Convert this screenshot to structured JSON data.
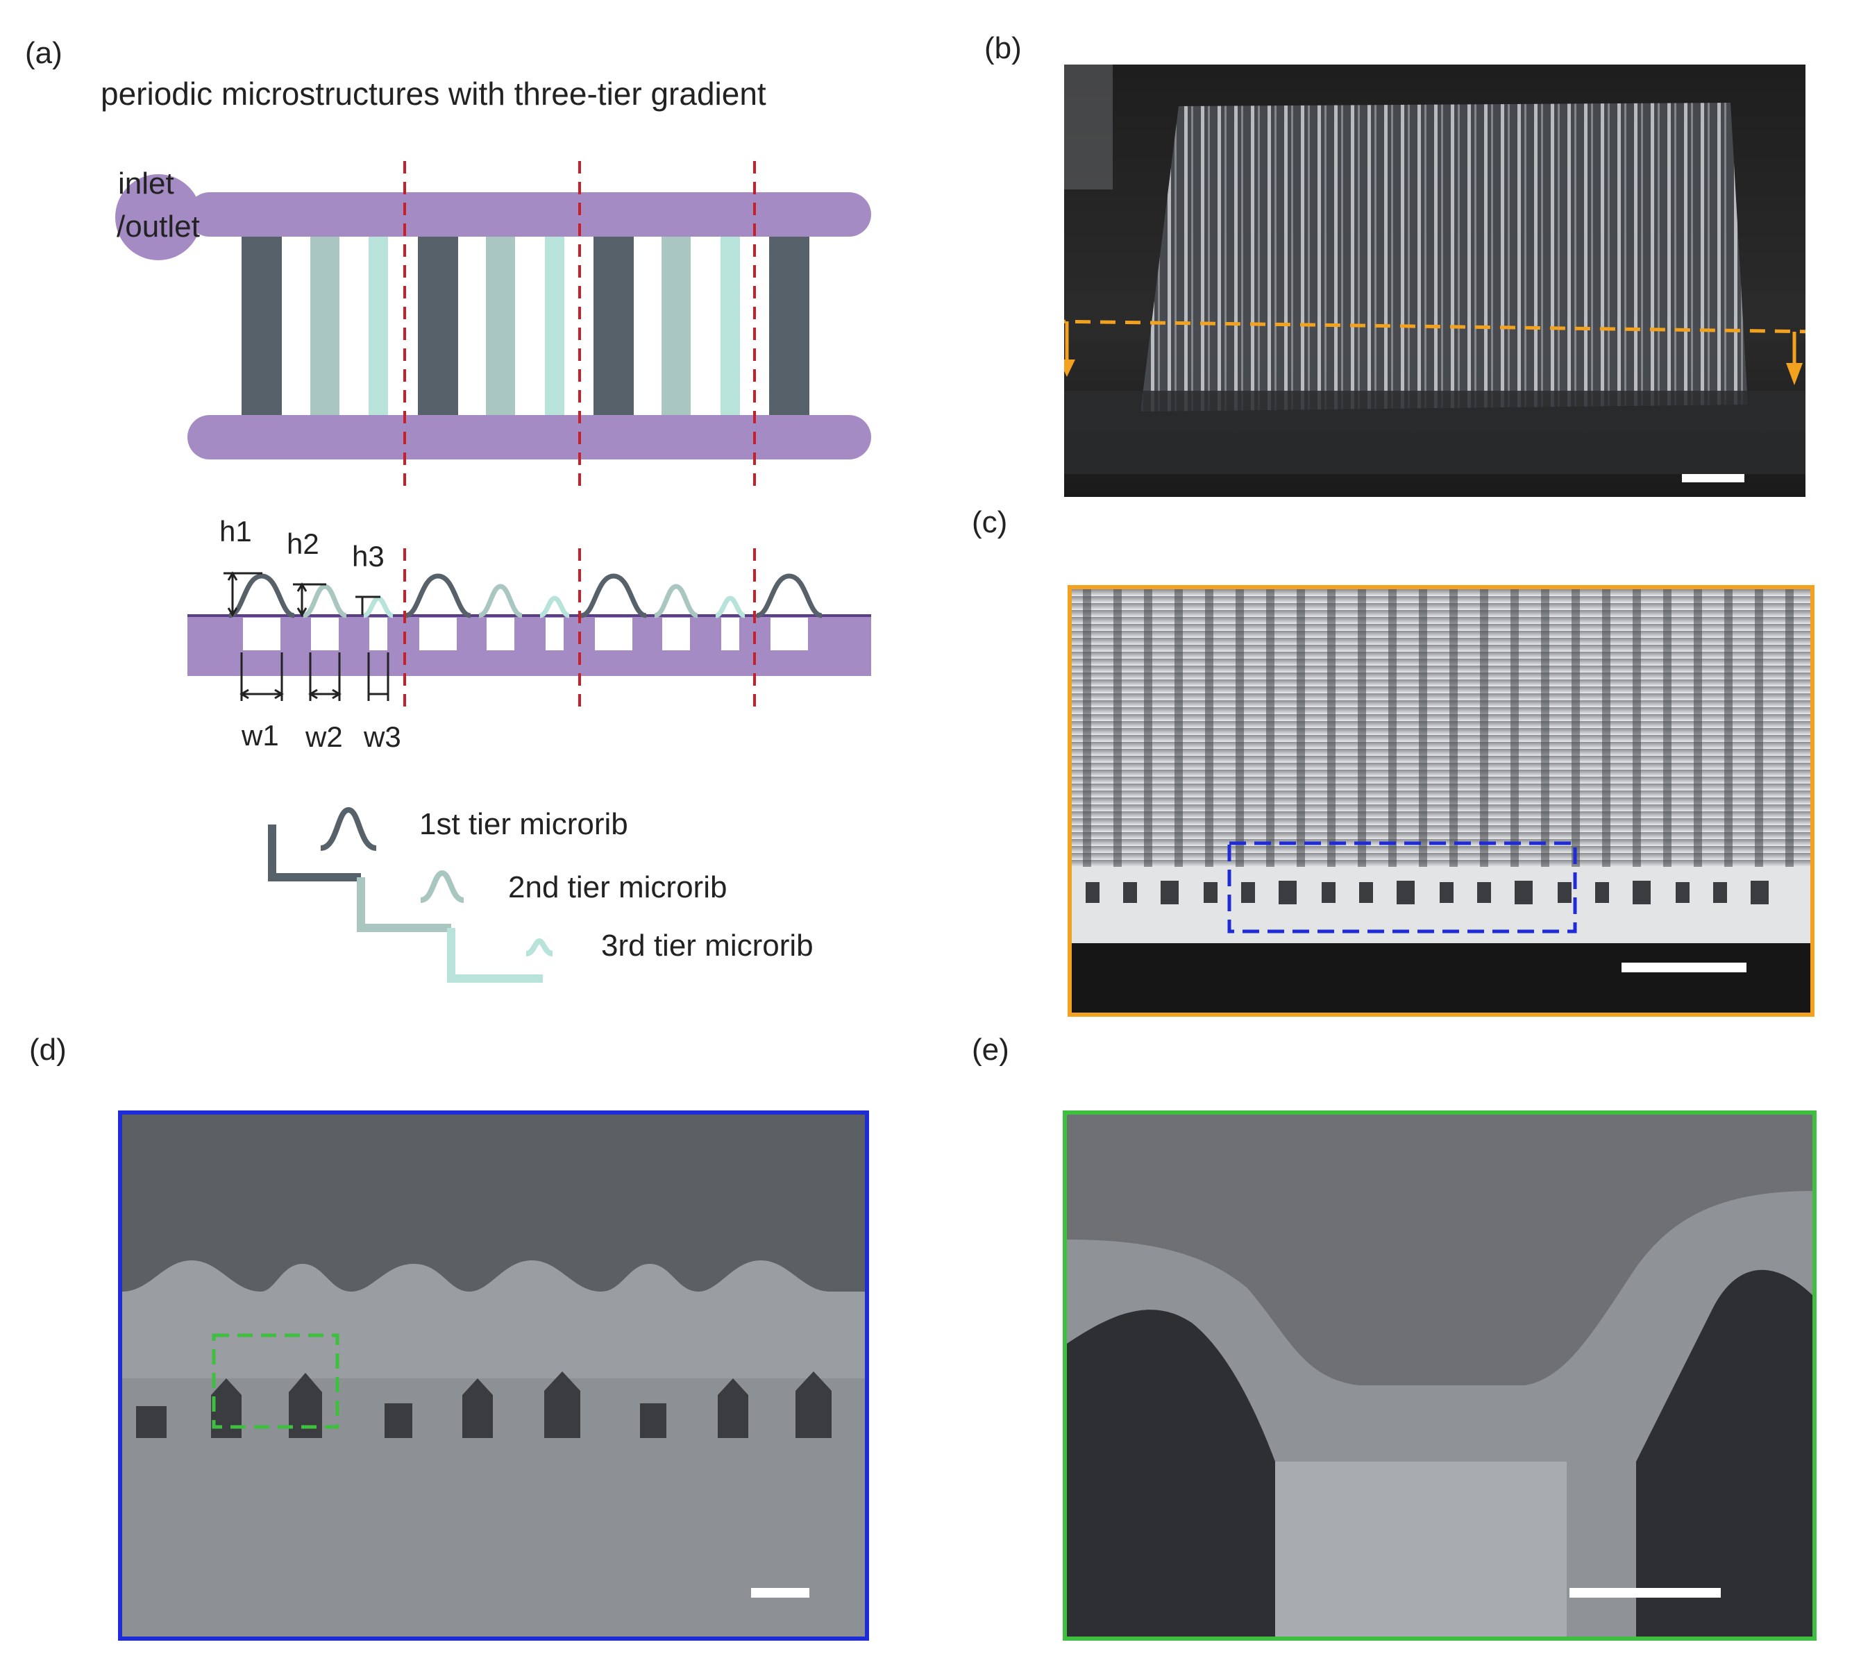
{
  "figure": {
    "panel_labels": {
      "a": "(a)",
      "b": "(b)",
      "c": "(c)",
      "d": "(d)",
      "e": "(e)"
    },
    "panel_a": {
      "title": "periodic microstructures with three-tier gradient",
      "inlet_label_line1": "inlet",
      "inlet_label_line2": "/outlet",
      "dimension_labels": {
        "h1": "h1",
        "h2": "h2",
        "h3": "h3",
        "w1": "w1",
        "w2": "w2",
        "w3": "w3"
      },
      "legend": [
        {
          "label": "1st tier microrib",
          "color": "#56616a"
        },
        {
          "label": "2nd tier microrib",
          "color": "#a9c6c0"
        },
        {
          "label": "3rd tier microrib",
          "color": "#b8e3da"
        }
      ],
      "colors": {
        "channel_purple": "#a48bc4",
        "cut_line_red": "#c8202a",
        "tier1": "#56616a",
        "tier2": "#a9c6c0",
        "tier3": "#b8e3da"
      }
    },
    "panel_b": {
      "description_color_arrow": "#f2a21e"
    },
    "panel_c": {
      "frame_color": "#f2a21e",
      "highlight_box_color": "#1f2bd6"
    },
    "panel_d": {
      "frame_color": "#1f2bd6",
      "highlight_box_color": "#3fbf3f"
    },
    "panel_e": {
      "frame_color": "#3fbf3f"
    }
  }
}
